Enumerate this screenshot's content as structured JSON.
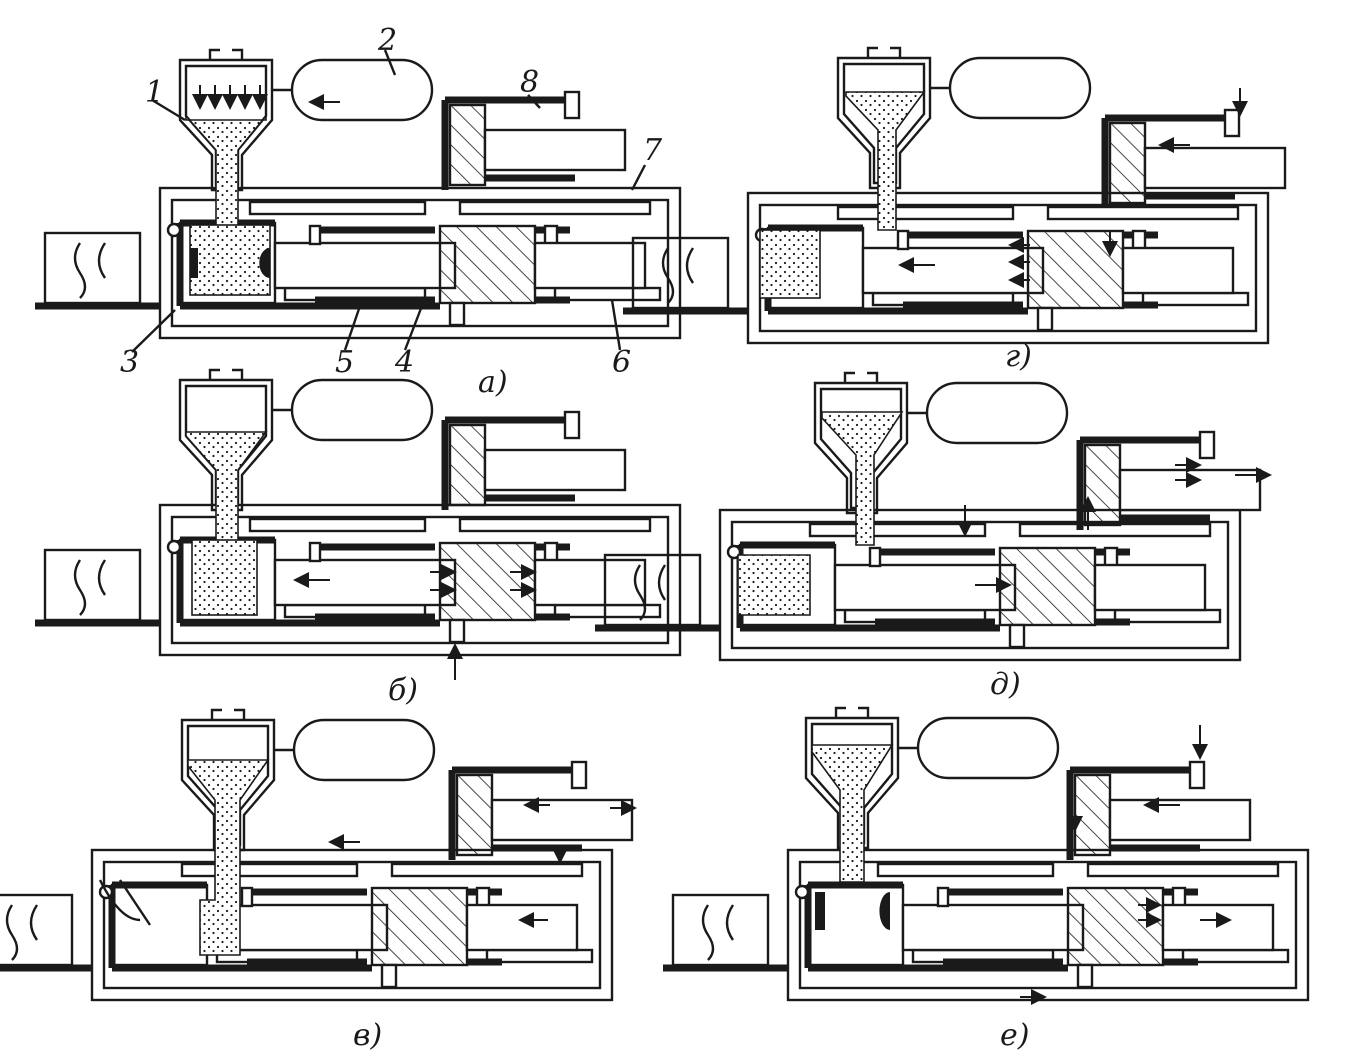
{
  "figure": {
    "panels": [
      {
        "id": "a",
        "caption": "а)"
      },
      {
        "id": "b",
        "caption": "б)"
      },
      {
        "id": "v",
        "caption": "в)"
      },
      {
        "id": "g",
        "caption": "г)"
      },
      {
        "id": "d",
        "caption": "д)"
      },
      {
        "id": "e",
        "caption": "е)"
      }
    ],
    "labels": {
      "n1": "1",
      "n2": "2",
      "n3": "3",
      "n4": "4",
      "n5": "5",
      "n6": "6",
      "n7": "7",
      "n8": "8"
    }
  }
}
